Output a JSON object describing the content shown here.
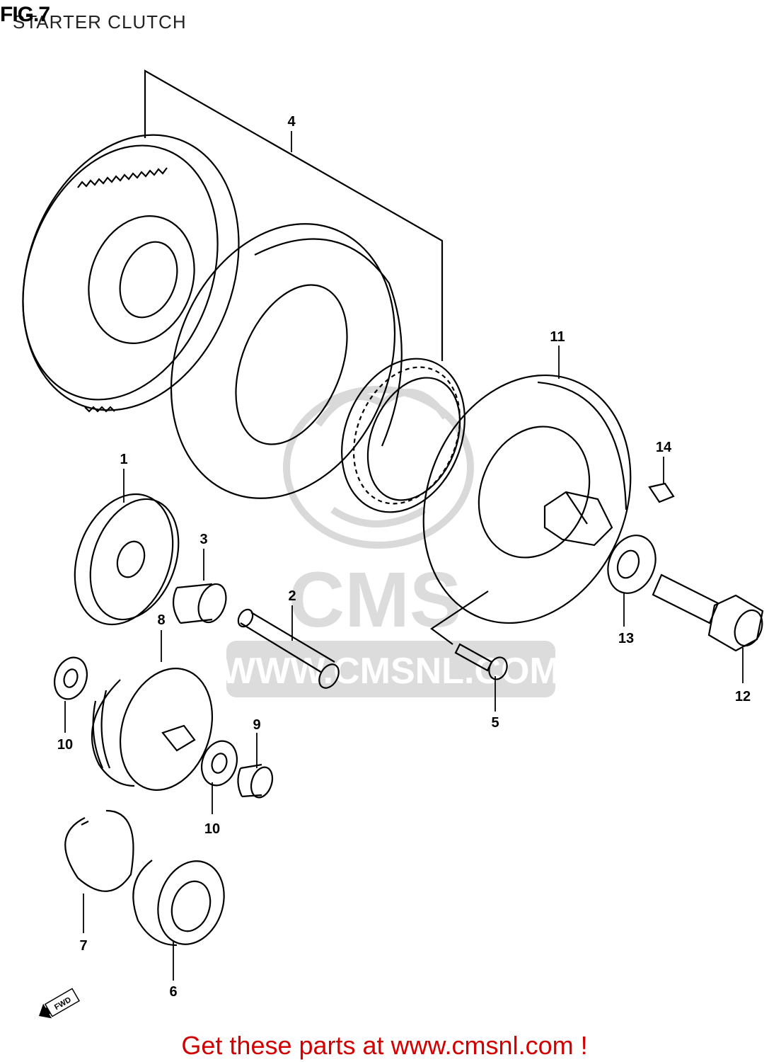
{
  "header": {
    "figure_number": "FIG.7",
    "figure_title": "STARTER CLUTCH"
  },
  "callouts": [
    "1",
    "2",
    "3",
    "4",
    "5",
    "6",
    "7",
    "8",
    "9",
    "10",
    "10",
    "11",
    "12",
    "13",
    "14"
  ],
  "watermark": {
    "brand": "CMS",
    "url": "WWW.CMSNL.COM"
  },
  "direction_badge": "FWD",
  "footer": {
    "link_text": "Get these parts at www.cmsnl.com !"
  },
  "colors": {
    "line": "#000000",
    "watermark": "#d9d9d9",
    "footer_text": "#d20000"
  }
}
